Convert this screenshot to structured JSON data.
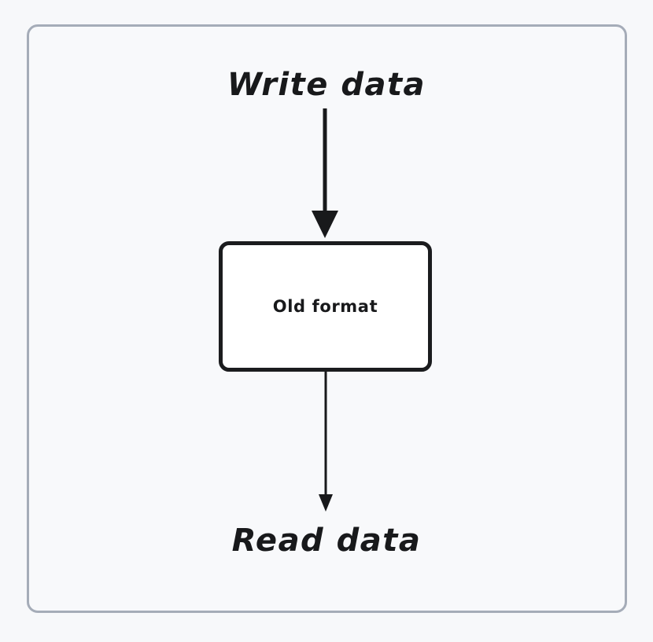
{
  "diagram": {
    "type": "flowchart",
    "orientation": "top-to-bottom",
    "background_color": "#f7f8fa",
    "frame": {
      "name": "outer-frame",
      "border_color": "#a5acb8",
      "fill_color": "#f8f9fb"
    },
    "nodes": [
      {
        "id": "write-data",
        "label": "Write data",
        "shape": "text",
        "text_color": "#18191b"
      },
      {
        "id": "old-format",
        "label": "Old format",
        "shape": "rounded-rectangle",
        "border_color": "#1b1c1e",
        "fill_color": "#ffffff",
        "text_color": "#18191b"
      },
      {
        "id": "read-data",
        "label": "Read data",
        "shape": "text",
        "text_color": "#18191b"
      }
    ],
    "edges": [
      {
        "id": "edge-write-to-old-format",
        "from": "write-data",
        "to": "old-format",
        "style": "solid",
        "arrowhead": "filled-triangle",
        "stroke_color": "#18191b",
        "stroke_width": 5
      },
      {
        "id": "edge-old-format-to-read",
        "from": "old-format",
        "to": "read-data",
        "style": "solid",
        "arrowhead": "filled-triangle",
        "stroke_color": "#18191b",
        "stroke_width": 3
      }
    ]
  }
}
